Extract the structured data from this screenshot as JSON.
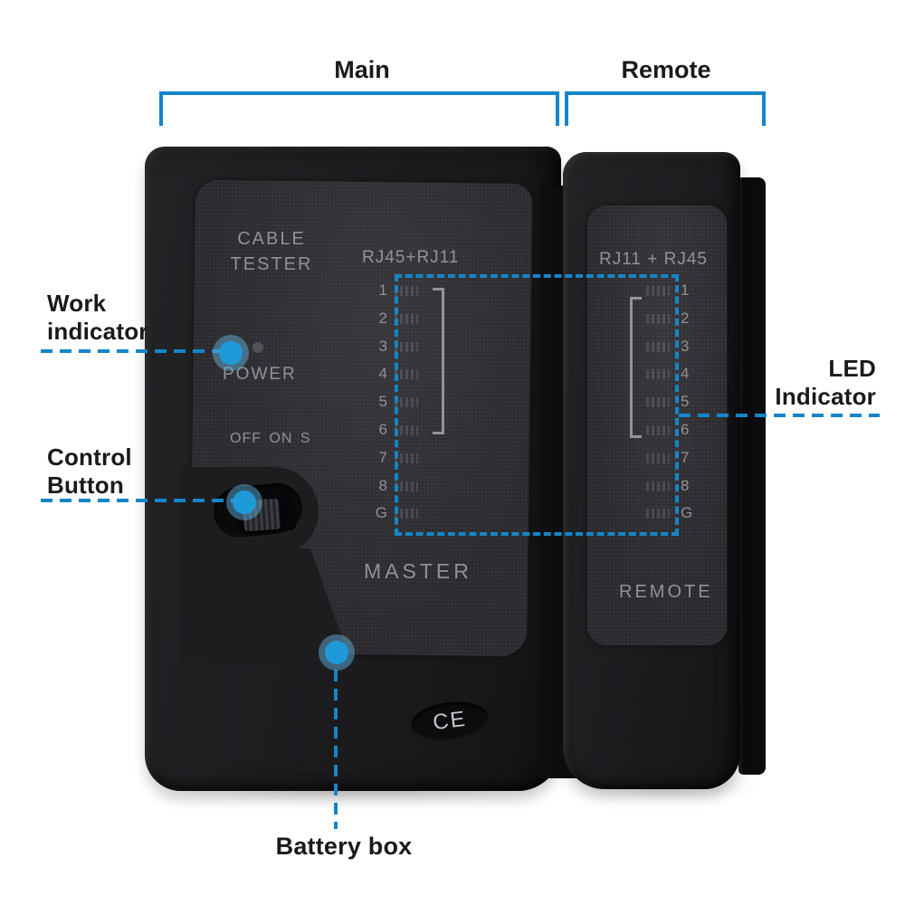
{
  "colors": {
    "accent_blue": "#1486c8",
    "dot_blue": "#1e9ad8",
    "device_body": "#1d1d20",
    "device_panel": "#2b2b2f",
    "device_text": "#9ba0a6"
  },
  "top_labels": {
    "main": "Main",
    "remote": "Remote"
  },
  "annotations": {
    "work_indicator": {
      "line1": "Work",
      "line2": "indicator"
    },
    "control_button": {
      "line1": "Control",
      "line2": "Button"
    },
    "led_indicator": {
      "line1": "LED",
      "line2": "Indicator"
    },
    "battery_box": {
      "label": "Battery box"
    }
  },
  "main_unit": {
    "brand_line1": "CABLE",
    "brand_line2": "TESTER",
    "port_label": "RJ45+RJ11",
    "power_label": "POWER",
    "switch_label": "OFF ON S",
    "role_label": "MASTER",
    "ce_mark": "CE",
    "led_labels": [
      "1",
      "2",
      "3",
      "4",
      "5",
      "6",
      "7",
      "8",
      "G"
    ]
  },
  "remote_unit": {
    "port_label": "RJ11 + RJ45",
    "role_label": "REMOTE",
    "led_labels": [
      "1",
      "2",
      "3",
      "4",
      "5",
      "6",
      "7",
      "8",
      "G"
    ]
  }
}
